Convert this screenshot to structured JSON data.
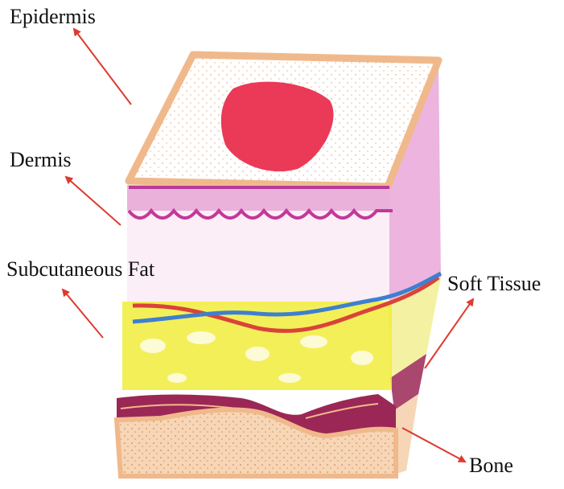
{
  "labels": {
    "epidermis": "Epidermis",
    "dermis": "Dermis",
    "subcutaneous_fat": "Subcutaneous Fat",
    "soft_tissue": "Soft Tissue",
    "bone": "Bone"
  },
  "colors": {
    "arrow": "#dd3b30",
    "epidermis_outline": "#f0b98c",
    "wound": "#e8294a",
    "dermis": "#d57ac2",
    "dermis_line": "#c3389a",
    "fat": "#f1ec3c",
    "vessel_blue": "#3e7fd0",
    "vessel_red": "#d9433a",
    "muscle": "#9b2756",
    "bone": "#f3cba6"
  }
}
